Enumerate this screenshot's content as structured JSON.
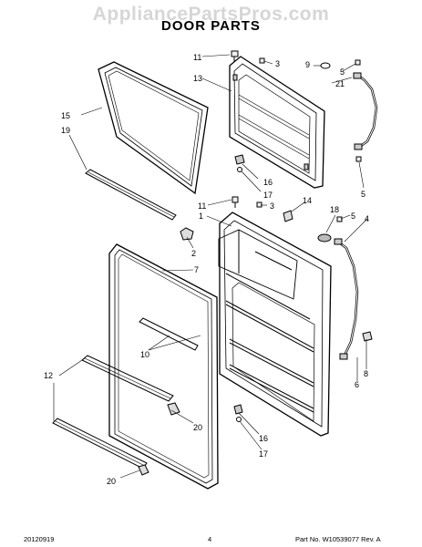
{
  "watermark": "AppliancePartsPros.com",
  "title": "DOOR PARTS",
  "callouts": {
    "c11a": "11",
    "c3a": "3",
    "c9": "9",
    "c5a": "5",
    "c21": "21",
    "c13": "13",
    "c15": "15",
    "c19": "19",
    "c16a": "16",
    "c17a": "17",
    "c5b": "5",
    "c11b": "11",
    "c3b": "3",
    "c14": "14",
    "c1": "1",
    "c18": "18",
    "c5c": "5",
    "c4": "4",
    "c2": "2",
    "c7": "7",
    "c10": "10",
    "c12": "12",
    "c8": "8",
    "c6": "6",
    "c20a": "20",
    "c16b": "16",
    "c17b": "17",
    "c20b": "20"
  },
  "footer": {
    "date": "20120919",
    "page": "4",
    "part": "Part No.  W10539077  Rev.  A"
  }
}
